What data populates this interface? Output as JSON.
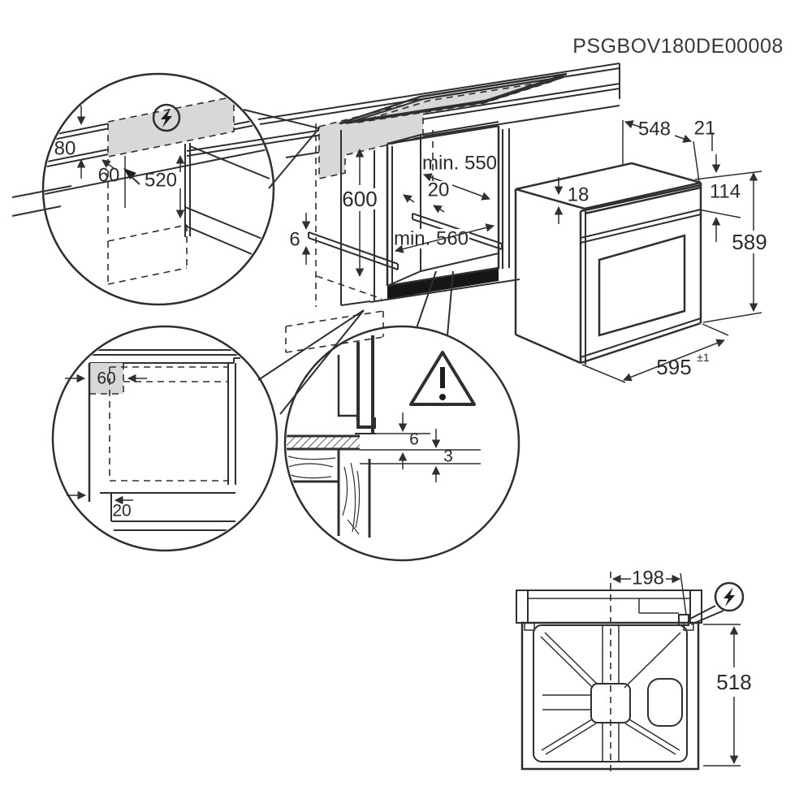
{
  "header": {
    "title": "PSGBOV180DE00008"
  },
  "colors": {
    "line": "#2f2f2f",
    "shade": "#d8d8d8",
    "accent_black": "#161616",
    "background": "#ffffff"
  },
  "icons": {
    "electrical_connection": "lightning-bolt-in-circle",
    "warning": "exclamation-triangle"
  },
  "detail_top_left": {
    "dim_clearance": "80",
    "dim_setback": "60",
    "dim_height": "520"
  },
  "niche": {
    "dim_height": "600",
    "dim_depth": "min. 550",
    "dim_rail_offset": "20",
    "dim_rail_thickness": "6",
    "dim_width": "min. 560"
  },
  "oven": {
    "dim_top_depth": "548",
    "dim_rear_gap": "21",
    "dim_top_recess": "18",
    "dim_panel_height": "114",
    "dim_height": "589",
    "dim_width": "595",
    "dim_width_tolerance": "±1"
  },
  "detail_side": {
    "dim_top_gap": "60",
    "dim_plinth_recess": "20"
  },
  "detail_trim": {
    "dim_gap_upper": "6",
    "dim_gap_lower": "3"
  },
  "top_view": {
    "dim_connection_offset": "198",
    "dim_depth": "518"
  }
}
